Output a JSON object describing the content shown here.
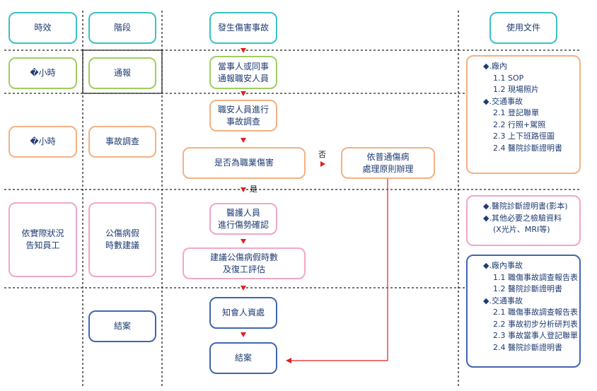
{
  "headers": {
    "time": "時效",
    "stage": "階段",
    "start": "發生傷害事故",
    "docs": "使用文件"
  },
  "rows": {
    "report": {
      "time": "�小時",
      "stage": "通報"
    },
    "investigate": {
      "time": "�小時",
      "stage": "事故調查"
    },
    "leave": {
      "time": "依實際狀況\n告知員工",
      "stage": "公傷病假\n時數建議"
    },
    "close": {
      "stage": "結案"
    }
  },
  "flow": {
    "notify": "當事人或同事\n通報職安人員",
    "investigate": "職安人員進行\n事故調查",
    "decision": "是否為職業傷害",
    "ordinary": "依普通傷病\n處理原則辦理",
    "medical": "醫護人員\n進行傷勢確認",
    "suggest": "建議公傷病假時數\n及復工評估",
    "inform": "知會人資處",
    "end": "結案",
    "no_label": "否",
    "yes_label": "是"
  },
  "docs": {
    "box1": [
      {
        "text": "◆.廠內",
        "level": "h"
      },
      {
        "text": "1.1 SOP",
        "level": "s"
      },
      {
        "text": "1.2 現場照片",
        "level": "s"
      },
      {
        "text": "◆.交通事故",
        "level": "h"
      },
      {
        "text": "2.1 登記聯單",
        "level": "s"
      },
      {
        "text": "2.2 行照+駕照",
        "level": "s"
      },
      {
        "text": "2.3 上下班路徑圖",
        "level": "s"
      },
      {
        "text": "2.4 醫院診斷證明書",
        "level": "s"
      }
    ],
    "box2": [
      {
        "text": "◆.醫院診斷證明書(影本)",
        "level": "h"
      },
      {
        "text": "◆.其他必要之檢驗資料",
        "level": "h"
      },
      {
        "text": "(X光片、MRI等)",
        "level": "s"
      }
    ],
    "box3": [
      {
        "text": "◆.廠內事故",
        "level": "h"
      },
      {
        "text": "1.1 職傷事故調查報告表",
        "level": "s"
      },
      {
        "text": "1.2 醫院診斷證明書",
        "level": "s"
      },
      {
        "text": "◆.交通事故",
        "level": "h"
      },
      {
        "text": "2.1 職傷事故調查報告表",
        "level": "s"
      },
      {
        "text": "2.2 事故初步分析研判表",
        "level": "s"
      },
      {
        "text": "2.3 事故當事人登記聯單",
        "level": "s"
      },
      {
        "text": "2.4 醫院診斷證明書",
        "level": "s"
      }
    ]
  },
  "colors": {
    "teal": "#3cc1c5",
    "green": "#9fce62",
    "orange": "#f4b183",
    "pink": "#f0a7c7",
    "navy": "#4166b0",
    "arrow_red": "#e02020",
    "text": "#1f3b73"
  }
}
